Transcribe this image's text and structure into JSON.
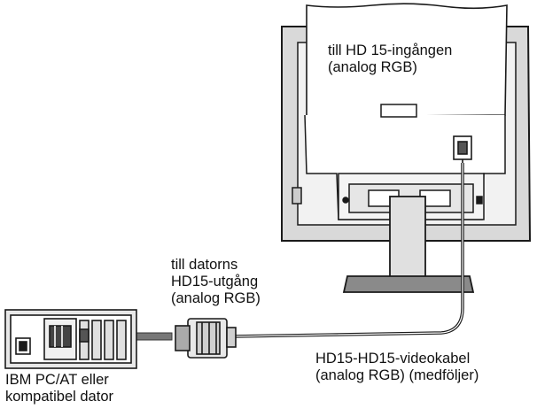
{
  "labels": {
    "monitor_input": [
      "till HD 15-ingången",
      "(analog RGB)"
    ],
    "computer_output": [
      "till datorns",
      "HD15-utgång",
      "(analog RGB)"
    ],
    "cable": [
      "HD15-HD15-videokabel",
      "(analog RGB) (medföljer)"
    ],
    "computer": [
      "IBM PC/AT eller",
      "kompatibel dator"
    ]
  },
  "colors": {
    "line": "#1a1a1a",
    "monitor_back": "#d9d9d9",
    "arrow": "#777777"
  }
}
